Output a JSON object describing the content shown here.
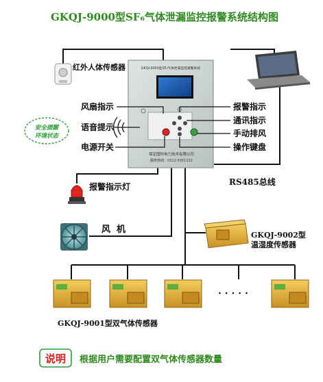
{
  "title": "GKQJ-9000型SF₆气体泄漏监控报警系统结构图",
  "panel": {
    "header": "GKQJ-9000型SF₆气体泄漏监控报警系统",
    "company": "保定国科电力技术有限公司",
    "phone": "服务热线：0312-5951122"
  },
  "stamp": {
    "line1": "安全提醒",
    "line2": "环境状态"
  },
  "labels": {
    "infrared": "红外人体传感器",
    "fan_indicator": "风扇指示",
    "voice": "语音提示",
    "power": "电源开关",
    "alarm_indicator": "报警指示",
    "comm_indicator": "通讯指示",
    "manual_fan": "手动排风",
    "keyboard": "操作键盘",
    "alarm_lamp": "报警指示灯",
    "rs485": "RS485总线",
    "fan": "风  机",
    "temp_sensor_model": "GKQJ-9002型",
    "temp_sensor_name": "温湿度传感器",
    "gas_sensors": "GKQJ-9001型双气体传感器",
    "ellipsis": "· · · · ·"
  },
  "note": {
    "badge": "说明",
    "text": "根据用户需要配置双气体传感器数量"
  },
  "colors": {
    "title_green": "#2f8a1f",
    "panel_gray": "#cfd7d2",
    "screen_blue": "#1c5fb0",
    "sensor_yellow": "#e7b43a",
    "note_red": "#d4231f"
  }
}
